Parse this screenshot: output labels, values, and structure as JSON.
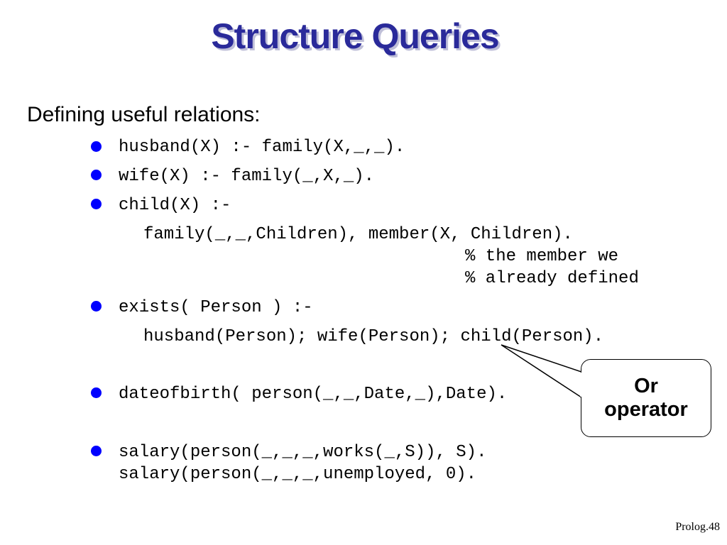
{
  "slide": {
    "title": "Structure Queries",
    "intro": "Defining useful relations:",
    "colors": {
      "title": "#2a2a9a",
      "bullet": "#0000ff"
    },
    "bullet_icon": "filled-circle-bullet",
    "code": {
      "husband": "husband(X) :- family(X,_,_).",
      "wife": "wife(X) :- family(_,X,_).",
      "child_head": "child(X) :-",
      "child_body": "family(_,_,Children), member(X, Children).",
      "child_comment1": "% the member we",
      "child_comment2": "% already defined",
      "exists_head": "exists( Person ) :-",
      "exists_body": "husband(Person); wife(Person); child(Person).",
      "dateofbirth": "dateofbirth( person(_,_,Date,_),Date).",
      "salary1": "salary(person(_,_,_,works(_,S)), S).",
      "salary2": "salary(person(_,_,_,unemployed, 0)."
    },
    "callout": {
      "line1": "Or",
      "line2": "operator"
    },
    "footer": "Prolog.48"
  }
}
